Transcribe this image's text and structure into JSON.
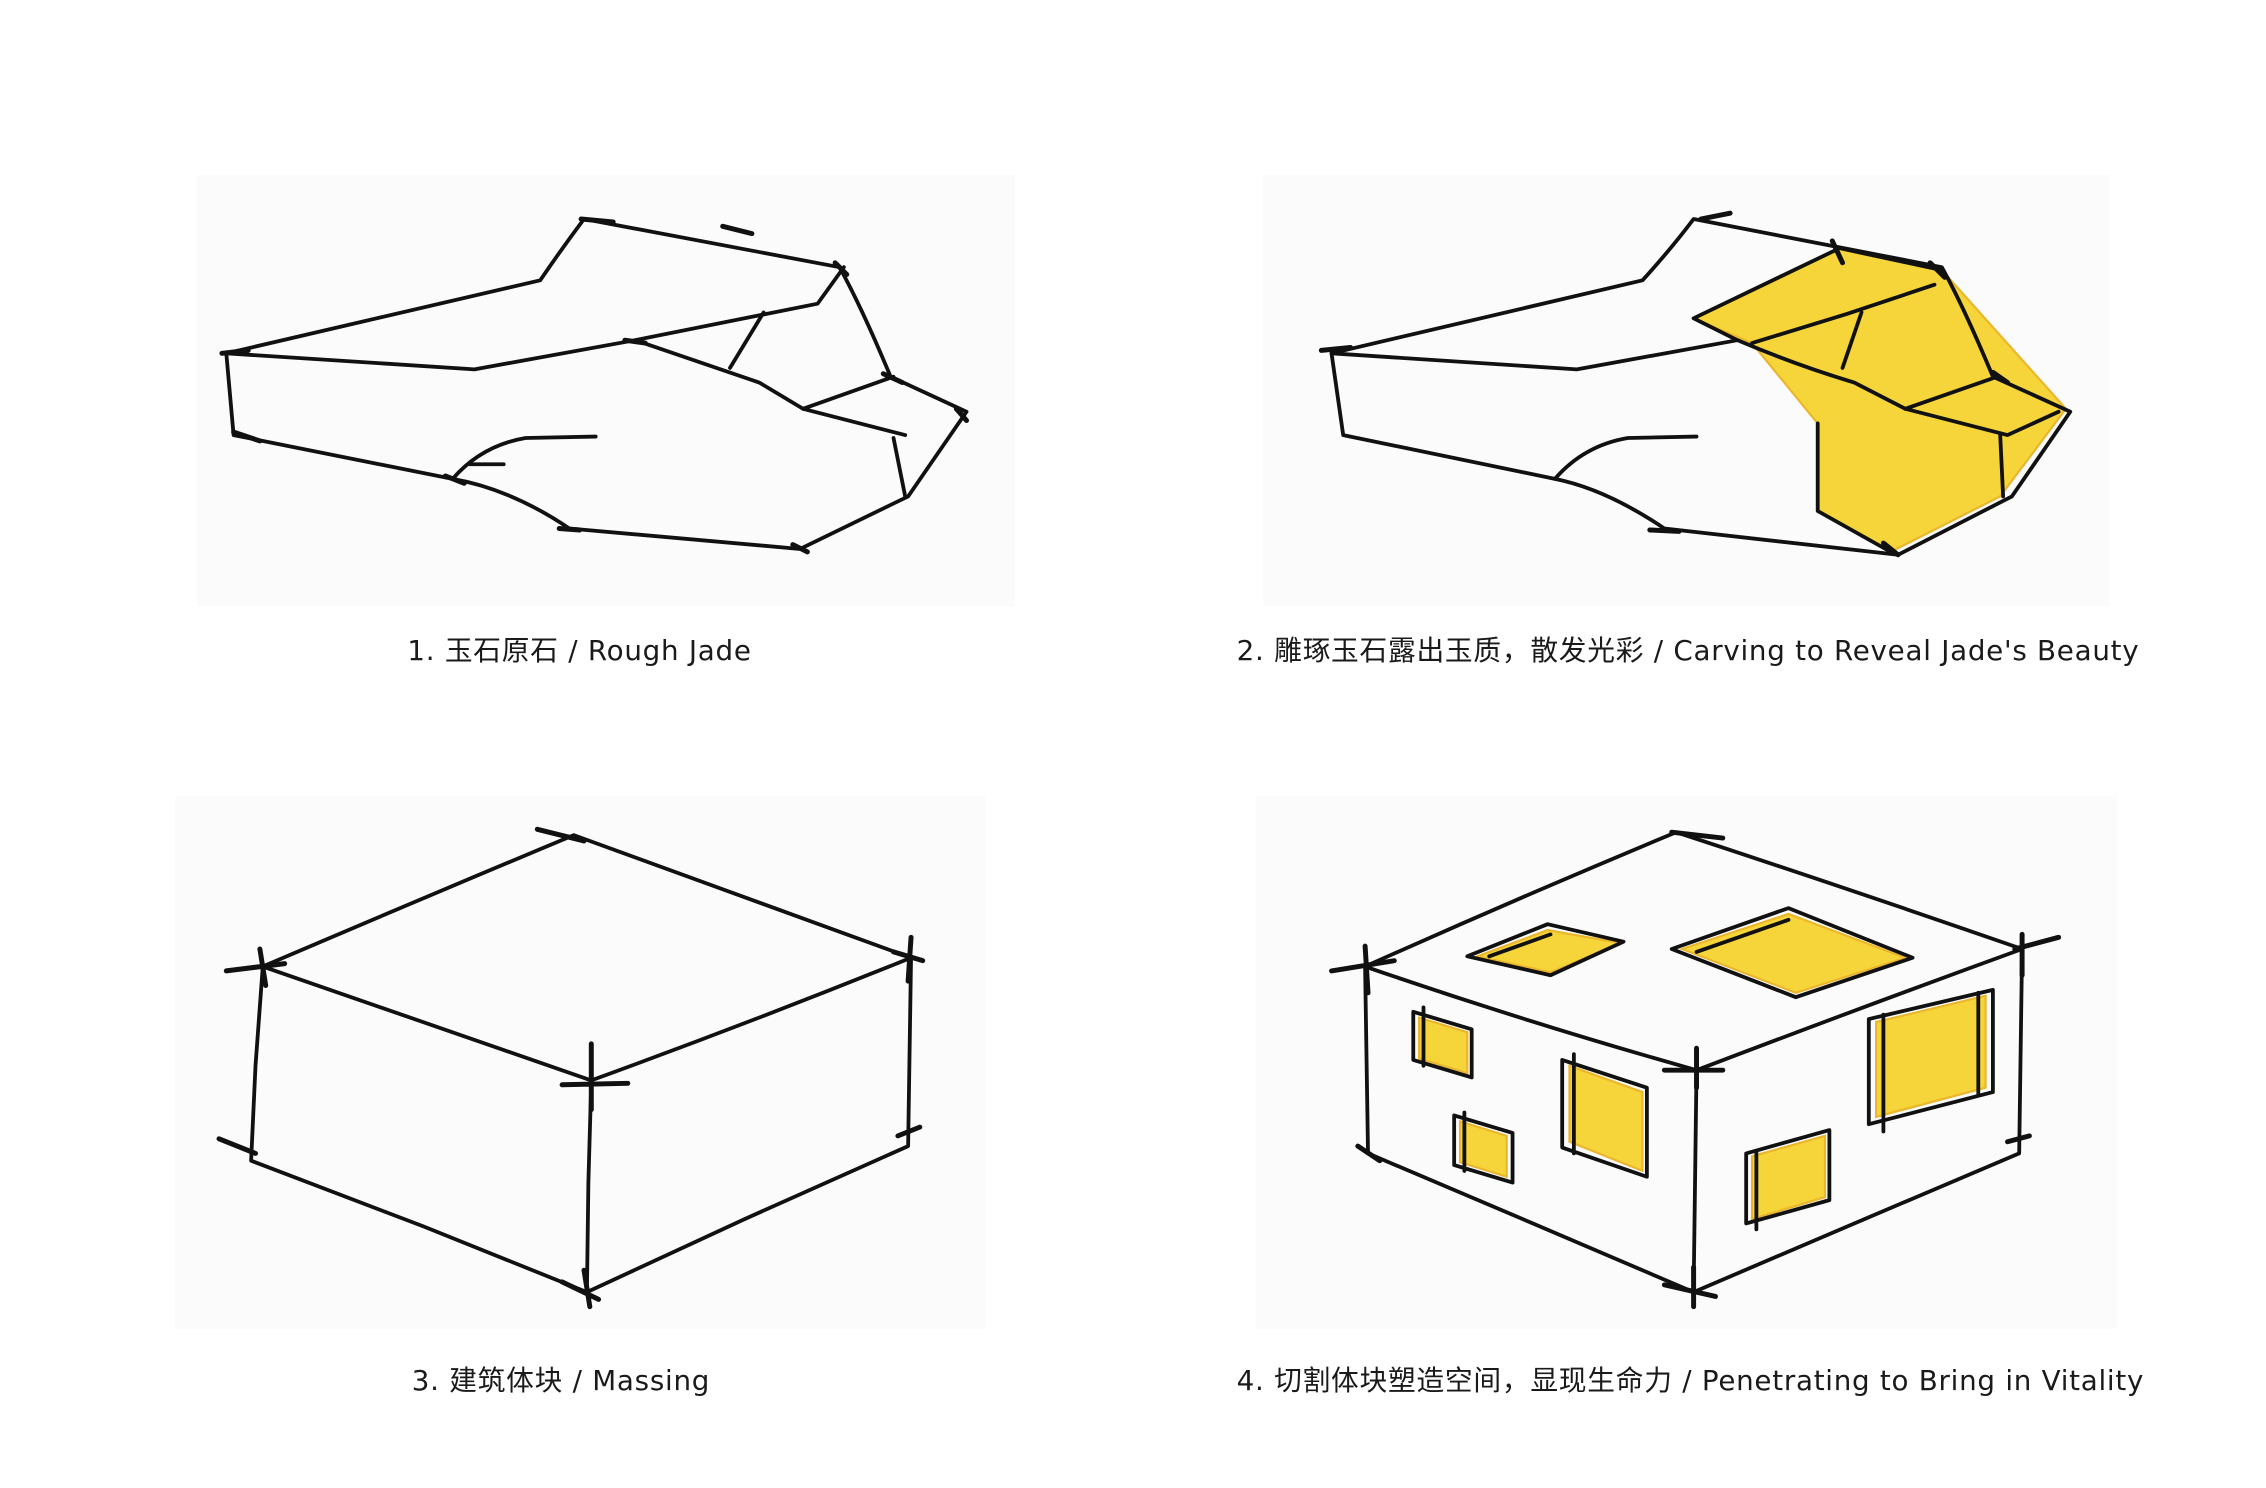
{
  "captions": [
    "1. 玉石原石 / Rough Jade",
    "2. 雕琢玉石露出玉质，散发光彩 / Carving to Reveal Jade's Beauty",
    "3. 建筑体块 / Massing",
    "4. 切割体块塑造空间，显现生命力 / Penetrating to Bring in Vitality"
  ],
  "colors": {
    "ink": "#111111",
    "jade": "#f6d22a"
  }
}
